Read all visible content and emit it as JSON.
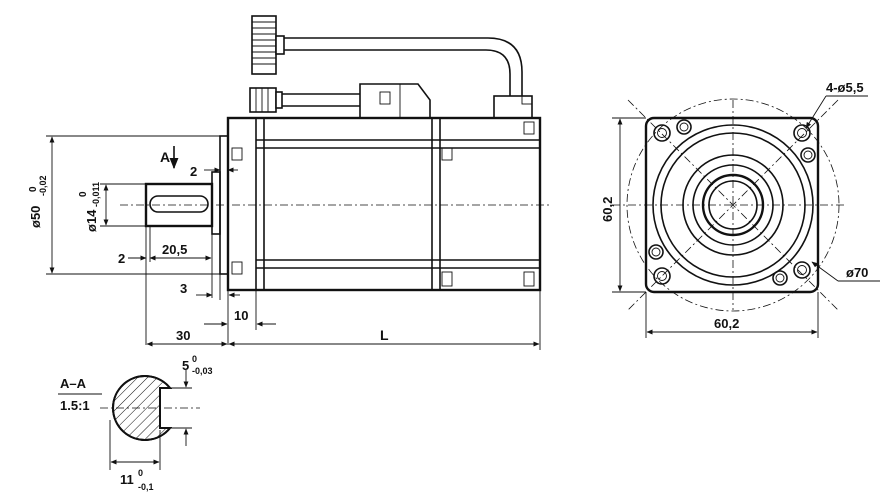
{
  "dimensions": {
    "front": {
      "dia50": "ø50",
      "dia50_tol": "0",
      "dia50_tol2": "-0,02",
      "dia14": "ø14",
      "dia14_tol": "0",
      "dia14_tol2": "-0,011",
      "d2_top": "2",
      "d2_left": "2",
      "d20_5": "20,5",
      "d3": "3",
      "d10": "10",
      "d30": "30",
      "dL": "L",
      "view_arrow": "A"
    },
    "side": {
      "holes": "4-ø5,5",
      "height": "60,2",
      "width": "60,2",
      "pcd": "ø70"
    },
    "section": {
      "title": "A–A",
      "scale": "1.5:1",
      "key": "5",
      "key_tol": "0",
      "key_tol2": "-0,03",
      "depth": "11",
      "depth_tol": "0",
      "depth_tol2": "-0,1"
    }
  }
}
